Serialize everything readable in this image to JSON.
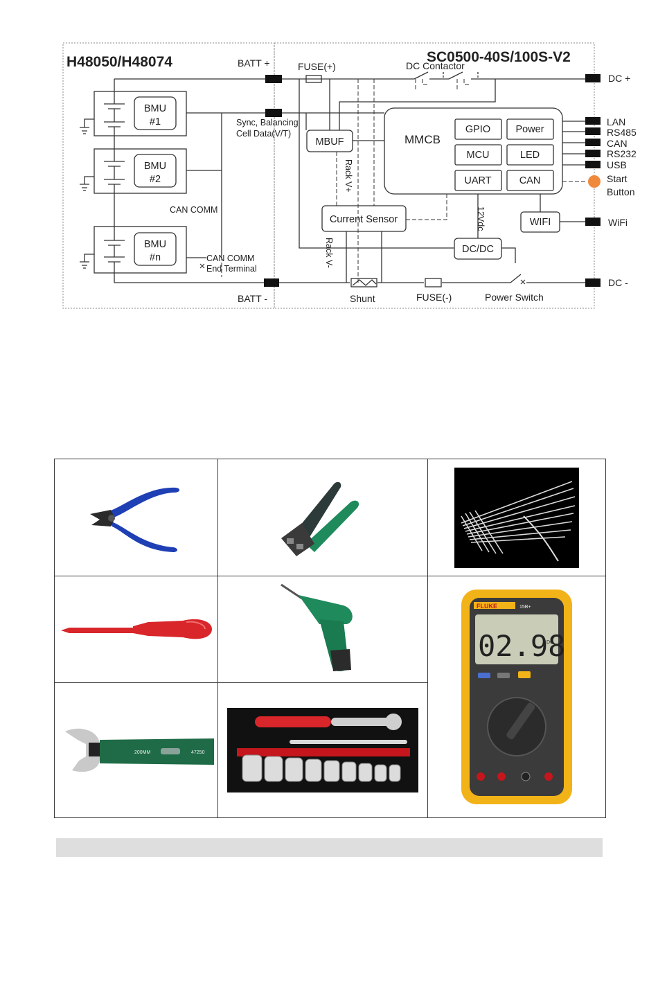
{
  "diagram": {
    "left_title": "H48050/H48074",
    "right_title": "SC0500-40S/100S-V2",
    "batt_plus": "BATT +",
    "batt_minus": "BATT -",
    "fuse_plus": "FUSE(+)",
    "fuse_minus": "FUSE(-)",
    "dc_contactor": "DC Contactor",
    "dc_plus": "DC  +",
    "dc_minus": "DC  -",
    "sync_line1": "Sync, Balancing",
    "sync_line2": "Cell Data(V/T)",
    "can_comm": "CAN COMM",
    "can_comm_end1": "CAN COMM",
    "can_comm_end2": "End Terminal",
    "bmu1_line1": "BMU",
    "bmu1_line2": "#1",
    "bmu2_line1": "BMU",
    "bmu2_line2": "#2",
    "bmun_line1": "BMU",
    "bmun_line2": "#n",
    "mbuf": "MBUF",
    "mmcb": "MMCB",
    "gpio": "GPIO",
    "power": "Power",
    "mcu": "MCU",
    "led": "LED",
    "uart": "UART",
    "can": "CAN",
    "current_sensor": "Current Sensor",
    "dcdc": "DC/DC",
    "wifi_box": "WIFI",
    "wifi_port": "WiFi",
    "rack_v_plus": "Rack V+",
    "rack_v_minus": "Rack V-",
    "vdc12": "12Vdc",
    "shunt": "Shunt",
    "power_switch": "Power Switch",
    "start_line1": "Start",
    "start_line2": "Button",
    "ports": [
      "LAN",
      "RS485",
      "CAN",
      "RS232",
      "USB"
    ]
  },
  "tools": {
    "items": [
      {
        "name": "Diagonal cutting pliers"
      },
      {
        "name": "Crimping tool"
      },
      {
        "name": "Cable ties"
      },
      {
        "name": "Screwdriver"
      },
      {
        "name": "Electric screwdriver"
      },
      {
        "name": "Multimeter",
        "brand": "FLUKE",
        "model": "15B+",
        "reading": "02.98",
        "unit": "DC"
      },
      {
        "name": "Adjustable wrench",
        "size_label": "200MM",
        "code_label": "47250"
      },
      {
        "name": "Socket wrench set"
      }
    ]
  },
  "colors": {
    "plier_blue": "#1f3fb5",
    "tool_green": "#1f8a5c",
    "screwdriver_red": "#d9262a",
    "multimeter_yellow": "#f2b318",
    "start_button": "#ef8a3c"
  }
}
